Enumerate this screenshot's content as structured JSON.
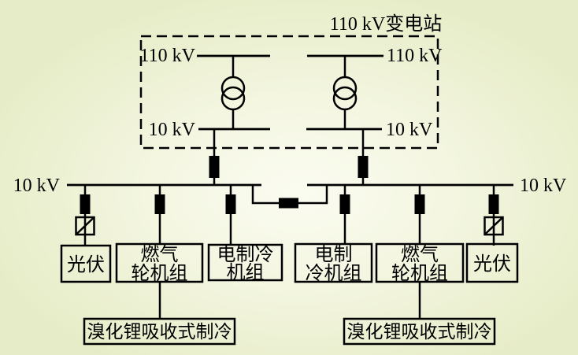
{
  "diagram": {
    "title": "110 kV变电站",
    "labels": {
      "hv_bus_left": "110 kV",
      "hv_bus_right": "110 kV",
      "mv_inner_left": "10 kV",
      "mv_inner_right": "10 kV",
      "main_bus_left": "10 kV",
      "main_bus_right": "10 kV"
    },
    "loads": {
      "pv_left": {
        "label": "光伏"
      },
      "gas_left": {
        "line1": "燃气",
        "line2": "轮机组"
      },
      "chiller_left": {
        "line1": "电制冷",
        "line2": "机组"
      },
      "chiller_right": {
        "line1": "电制",
        "line2": "冷机组"
      },
      "gas_right": {
        "line1": "燃气",
        "line2": "轮机组"
      },
      "pv_right": {
        "label": "光伏"
      },
      "libr_left": {
        "label": "溴化锂吸收式制冷"
      },
      "libr_right": {
        "label": "溴化锂吸收式制冷"
      }
    },
    "colors": {
      "line": "#000000",
      "background_center": "#fbfcf1",
      "background_edge": "#e7ecc8"
    }
  }
}
